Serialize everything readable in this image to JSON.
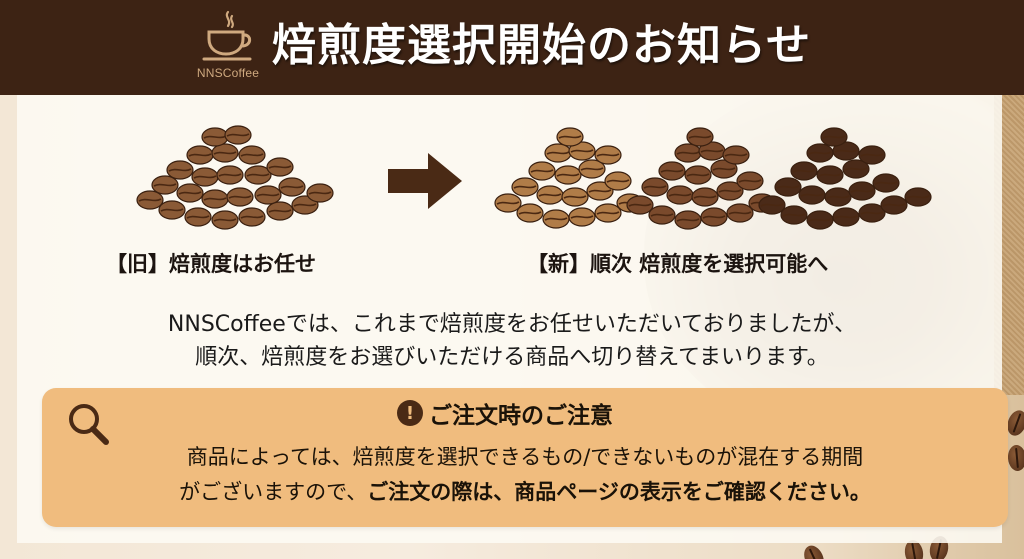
{
  "header": {
    "brand": "NNSCoffee",
    "title": "焙煎度選択開始のお知らせ",
    "colors": {
      "background": "#3d2314",
      "title": "#ffffff",
      "logo": "#cfa97f"
    }
  },
  "comparison": {
    "old_label": "【旧】焙煎度はお任せ",
    "new_label": "【新】順次 焙煎度を選択可能へ",
    "arrow_icon": "arrow-right-icon",
    "old_pile_color": "#8a5a36",
    "new_pile_colors": [
      "#b07c48",
      "#7a4a2c",
      "#4a2a18"
    ]
  },
  "intro": {
    "line1": "NNSCoffeeでは、これまで焙煎度をお任せいただいておりましたが、",
    "line2": "順次、焙煎度をお選びいただける商品へ切り替えてまいります。"
  },
  "notice": {
    "icon": "search-icon",
    "alert_icon": "exclamation-circle-icon",
    "alert_glyph": "!",
    "title": "ご注文時のご注意",
    "line1": "商品によっては、焙煎度を選択できるもの/できないものが混在する期間",
    "line2_plain": "がございますので、",
    "line2_bold": "ご注文の際は、商品ページの表示をご確認ください。",
    "background": "#f0bc7e"
  }
}
